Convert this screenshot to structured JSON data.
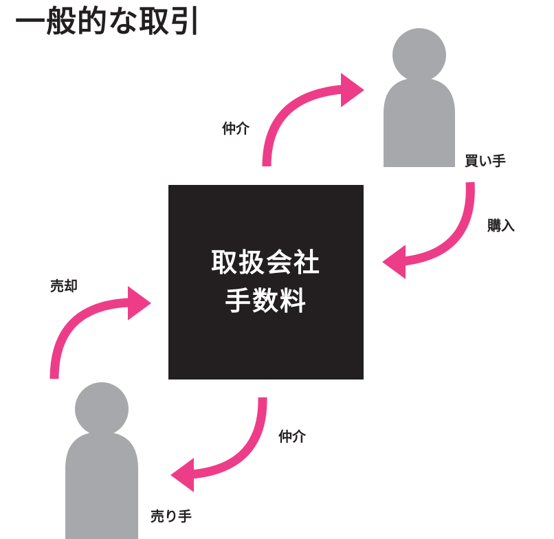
{
  "title": "一般的な取引",
  "center": {
    "line1": "取扱会社",
    "line2": "手数料"
  },
  "labels": {
    "buyer": "買い手",
    "seller": "売り手",
    "purchase": "購入",
    "sale": "売却",
    "brokerage_top": "仲介",
    "brokerage_bottom": "仲介"
  },
  "colors": {
    "arrow": "#ee3d88",
    "person": "#a7a8ab",
    "box": "#231f20"
  }
}
